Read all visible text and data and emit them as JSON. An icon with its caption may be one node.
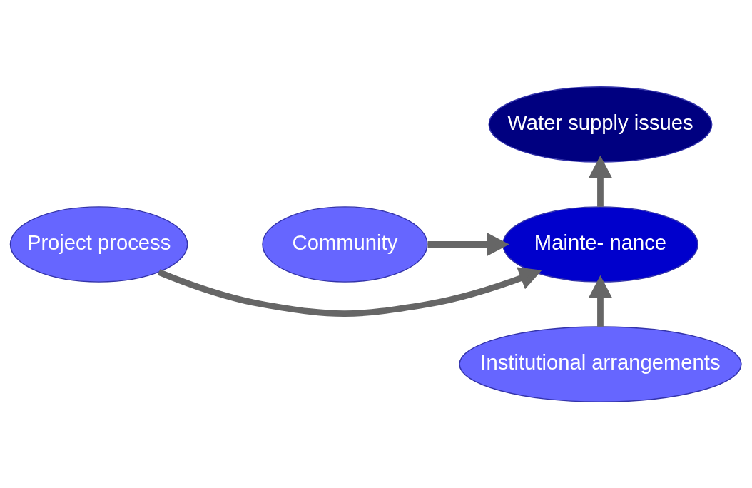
{
  "diagram": {
    "nodes": [
      {
        "text": [
          "Water supply issues"
        ]
      },
      {
        "text": [
          "Mainte- nance"
        ]
      },
      {
        "text": [
          "Project process"
        ]
      },
      {
        "text": [
          "Community"
        ]
      },
      {
        "text": [
          "Institutional arrangements"
        ]
      }
    ],
    "edges": [
      {
        "from": 1,
        "to": 0,
        "arrow": "to"
      },
      {
        "from": 2,
        "to": 1,
        "arrow": "to"
      },
      {
        "from": 3,
        "to": 1,
        "arrow": "to"
      },
      {
        "from": 4,
        "to": 1,
        "arrow": "to"
      }
    ]
  }
}
